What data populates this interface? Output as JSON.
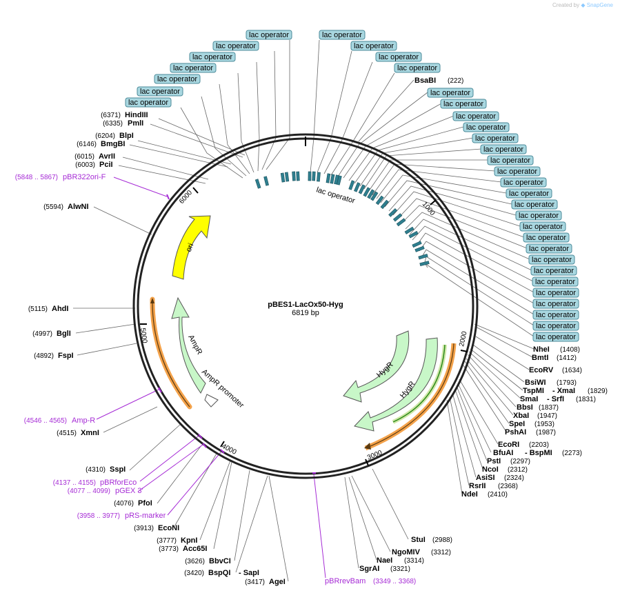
{
  "credit": {
    "prefix": "Created by",
    "brand": "SnapGene"
  },
  "plasmid": {
    "name": "pBES1-LacOx50-Hyg",
    "size_label": "6819 bp",
    "length": 6819
  },
  "ticks": [
    "1000",
    "2000",
    "3000",
    "4000",
    "5000",
    "6000"
  ],
  "features": {
    "lac_operator_label": "lac operator",
    "ori_label": "ori",
    "ampr_label": "AmpR",
    "ampr_promoter_label": "AmpR promoter",
    "hygr_label": "HygR"
  },
  "colors": {
    "operator": "#2f7f8f",
    "operator_box": "#a9d7e0",
    "ori": "#ffff00",
    "resistance": "#c8f7c8",
    "primer": "#a52ad5",
    "orf": "#f4a24a",
    "orf_inner": "#2c8a1a"
  },
  "operator_labels_left": [
    "lac operator",
    "lac operator",
    "lac operator",
    "lac operator",
    "lac operator",
    "lac operator",
    "lac operator"
  ],
  "operator_labels_right": [
    "lac operator",
    "lac operator",
    "lac operator",
    "lac operator",
    "lac operator",
    "lac operator",
    "lac operator",
    "lac operator",
    "lac operator",
    "lac operator",
    "lac operator",
    "lac operator",
    "lac operator",
    "lac operator",
    "lac operator",
    "lac operator",
    "lac operator",
    "lac operator",
    "lac operator",
    "lac operator",
    "lac operator",
    "lac operator",
    "lac operator",
    "lac operator"
  ],
  "sites_left": [
    {
      "name": "HindIII",
      "pos": "(6371)"
    },
    {
      "name": "PmlI",
      "pos": "(6335)"
    },
    {
      "name": "BlpI",
      "pos": "(6204)"
    },
    {
      "name": "BmgBI",
      "pos": "(6146)"
    },
    {
      "name": "AvrII",
      "pos": "(6015)"
    },
    {
      "name": "PciI",
      "pos": "(6003)"
    },
    {
      "name": "AlwNI",
      "pos": "(5594)"
    },
    {
      "name": "AhdI",
      "pos": "(5115)"
    },
    {
      "name": "BglI",
      "pos": "(4997)"
    },
    {
      "name": "FspI",
      "pos": "(4892)"
    },
    {
      "name": "XmnI",
      "pos": "(4515)"
    },
    {
      "name": "SspI",
      "pos": "(4310)"
    },
    {
      "name": "PfoI",
      "pos": "(4076)"
    },
    {
      "name": "EcoNI",
      "pos": "(3913)"
    },
    {
      "name": "KpnI",
      "pos": "(3777)"
    },
    {
      "name": "Acc65I",
      "pos": "(3773)"
    },
    {
      "name": "BbvCI",
      "pos": "(3626)"
    },
    {
      "name": "BspQI",
      "pos": "(3420)",
      "extra": "- SapI"
    },
    {
      "name": "AgeI",
      "pos": "(3417)"
    }
  ],
  "sites_right": [
    {
      "name": "BsaBI",
      "pos": "(222)"
    },
    {
      "name": "NheI",
      "pos": "(1408)"
    },
    {
      "name": "BmtI",
      "pos": "(1412)"
    },
    {
      "name": "EcoRV",
      "pos": "(1634)"
    },
    {
      "name": "BsiWI",
      "pos": "(1793)"
    },
    {
      "name": "TspMI",
      "pos": "(1829)",
      "extra": "- XmaI"
    },
    {
      "name": "SmaI",
      "pos": "(1831)",
      "extra": "- SrfI"
    },
    {
      "name": "BbsI",
      "pos": "(1837)"
    },
    {
      "name": "XbaI",
      "pos": "(1947)"
    },
    {
      "name": "SpeI",
      "pos": "(1953)"
    },
    {
      "name": "PshAI",
      "pos": "(1987)"
    },
    {
      "name": "EcoRI",
      "pos": "(2203)"
    },
    {
      "name": "BfuAI",
      "pos": "(2273)",
      "extra": "- BspMI"
    },
    {
      "name": "PstI",
      "pos": "(2297)"
    },
    {
      "name": "NcoI",
      "pos": "(2312)"
    },
    {
      "name": "AsiSI",
      "pos": "(2324)"
    },
    {
      "name": "RsrII",
      "pos": "(2368)"
    },
    {
      "name": "NdeI",
      "pos": "(2410)"
    },
    {
      "name": "StuI",
      "pos": "(2988)"
    },
    {
      "name": "NgoMIV",
      "pos": "(3312)"
    },
    {
      "name": "NaeI",
      "pos": "(3314)"
    },
    {
      "name": "SgrAI",
      "pos": "(3321)"
    }
  ],
  "primers": [
    {
      "name": "pBR322ori-F",
      "pos": "(5848 .. 5867)"
    },
    {
      "name": "Amp-R",
      "pos": "(4546 .. 4565)"
    },
    {
      "name": "pBRforEco",
      "pos": "(4137 .. 4155)"
    },
    {
      "name": "pGEX 3'",
      "pos": "(4077 .. 4099)"
    },
    {
      "name": "pRS-marker",
      "pos": "(3958 .. 3977)"
    },
    {
      "name": "pBRrevBam",
      "pos": "(3349 .. 3368)"
    }
  ]
}
